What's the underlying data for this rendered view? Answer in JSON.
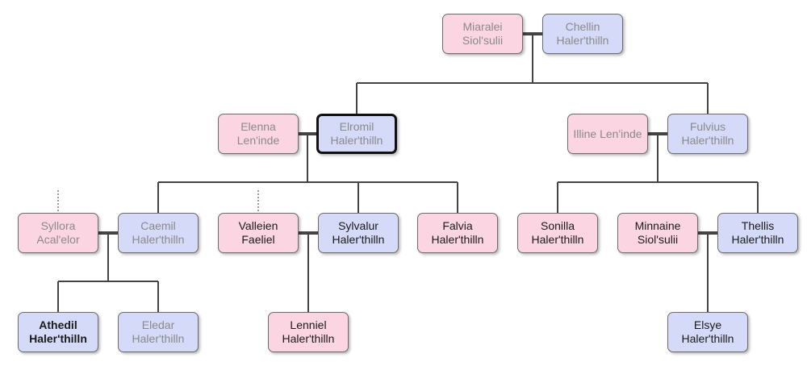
{
  "people": [
    {
      "id": "miaralei",
      "first": "Miaralei",
      "last": "Siol'sulii",
      "sex": "f",
      "tone": "dim"
    },
    {
      "id": "chellin",
      "first": "Chellin",
      "last": "Haler'thilln",
      "sex": "m",
      "tone": "dim"
    },
    {
      "id": "elenna",
      "first": "Elenna",
      "last": "Len'inde",
      "sex": "f",
      "tone": "dim"
    },
    {
      "id": "eromil",
      "first": "Elromil",
      "last": "Haler'thilln",
      "sex": "m",
      "tone": "dim",
      "focus": true
    },
    {
      "id": "illine",
      "first": "Illine Len'inde",
      "last": "",
      "sex": "f",
      "tone": "dim"
    },
    {
      "id": "fulvius",
      "first": "Fulvius",
      "last": "Haler'thilln",
      "sex": "m",
      "tone": "dim"
    },
    {
      "id": "syllora",
      "first": "Syllora",
      "last": "Acal'elor",
      "sex": "f",
      "tone": "dim"
    },
    {
      "id": "caemil",
      "first": "Caemil",
      "last": "Haler'thilln",
      "sex": "m",
      "tone": "dim"
    },
    {
      "id": "valleien",
      "first": "Valleien",
      "last": "Faeliel",
      "sex": "f",
      "tone": "dark"
    },
    {
      "id": "sylvalur",
      "first": "Sylvalur",
      "last": "Haler'thilln",
      "sex": "m",
      "tone": "dark"
    },
    {
      "id": "falvia",
      "first": "Falvia",
      "last": "Haler'thilln",
      "sex": "f",
      "tone": "dark"
    },
    {
      "id": "sonilla",
      "first": "Sonilla",
      "last": "Haler'thilln",
      "sex": "f",
      "tone": "dark"
    },
    {
      "id": "minnaine",
      "first": "Minnaine",
      "last": "Siol'sulii",
      "sex": "f",
      "tone": "dark"
    },
    {
      "id": "thellis",
      "first": "Thellis",
      "last": "Haler'thilln",
      "sex": "m",
      "tone": "dark"
    },
    {
      "id": "athedil",
      "first": "Athedil",
      "last": "Haler'thilln",
      "sex": "m",
      "tone": "bold"
    },
    {
      "id": "eledar",
      "first": "Eledar",
      "last": "Haler'thilln",
      "sex": "m",
      "tone": "dim"
    },
    {
      "id": "lenniel",
      "first": "Lenniel",
      "last": "Haler'thilln",
      "sex": "f",
      "tone": "dark"
    },
    {
      "id": "elsye",
      "first": "Elsye",
      "last": "Haler'thilln",
      "sex": "m",
      "tone": "dark"
    }
  ],
  "couples": [
    {
      "a": "miaralei",
      "b": "chellin",
      "children": [
        "eromil",
        "fulvius"
      ]
    },
    {
      "a": "elenna",
      "b": "eromil",
      "children": [
        "caemil",
        "sylvalur",
        "falvia"
      ]
    },
    {
      "a": "illine",
      "b": "fulvius",
      "children": [
        "sonilla",
        "thellis"
      ]
    },
    {
      "a": "syllora",
      "b": "caemil",
      "children": [
        "athedil",
        "eledar"
      ]
    },
    {
      "a": "valleien",
      "b": "sylvalur",
      "children": [
        "lenniel"
      ]
    },
    {
      "a": "minnaine",
      "b": "thellis",
      "children": [
        "elsye"
      ]
    }
  ],
  "colors": {
    "female": "#fcd5e3",
    "male": "#d5daf8",
    "border": "#6b6b6b",
    "line": "#444444"
  }
}
